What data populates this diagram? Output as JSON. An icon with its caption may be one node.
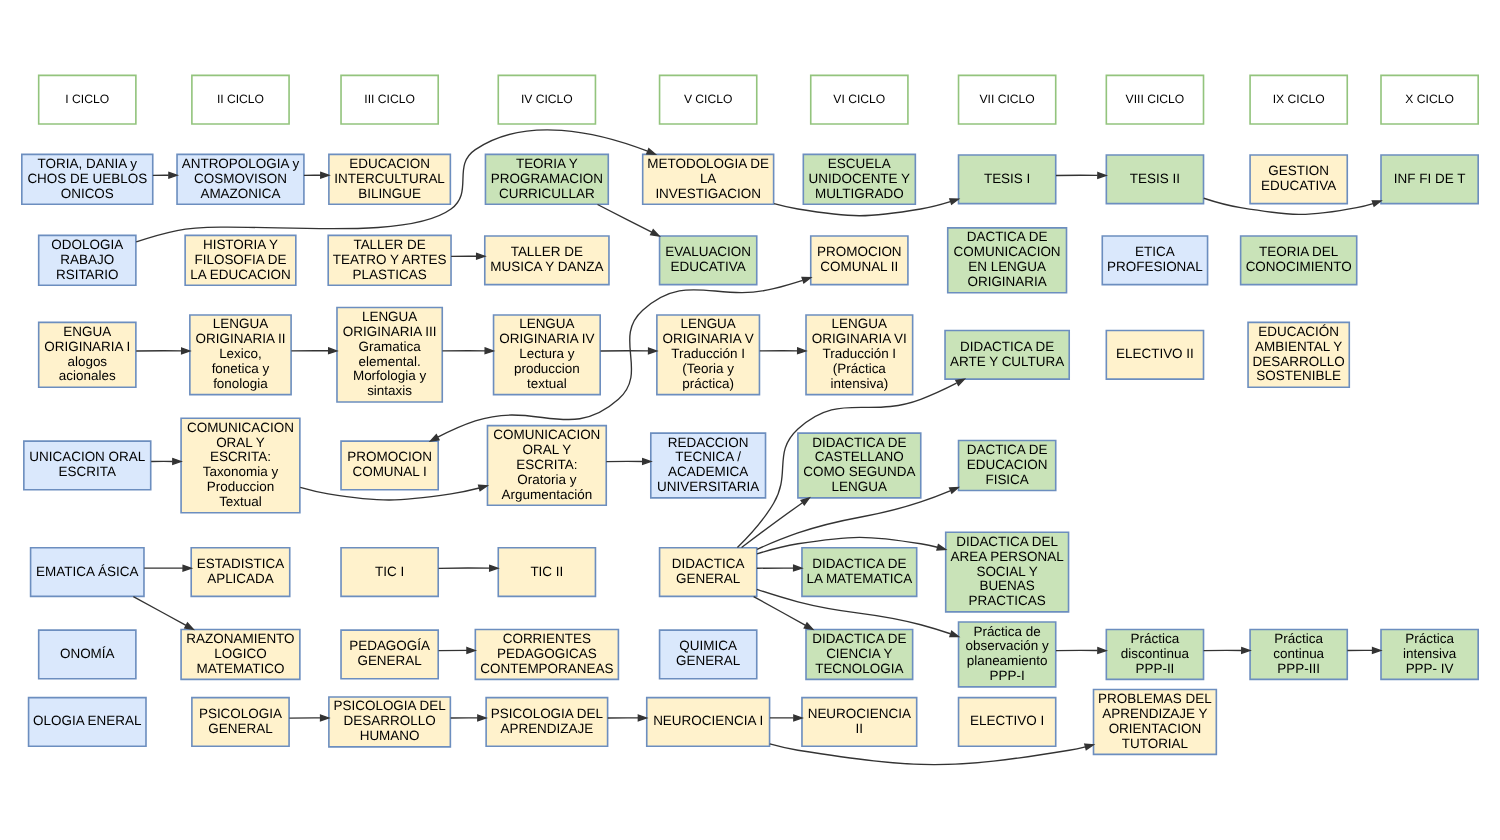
{
  "diagram": {
    "nodes": [
      {
        "text": [
          "I CICLO"
        ]
      },
      {
        "text": [
          "II CICLO"
        ]
      },
      {
        "text": [
          "III CICLO"
        ]
      },
      {
        "text": [
          "IV CICLO"
        ]
      },
      {
        "text": [
          "V CICLO"
        ]
      },
      {
        "text": [
          "VI CICLO"
        ]
      },
      {
        "text": [
          "VII CICLO"
        ]
      },
      {
        "text": [
          "VIII CICLO"
        ]
      },
      {
        "text": [
          "IX CICLO"
        ]
      },
      {
        "text": [
          "X CICLO"
        ]
      },
      {
        "text": [
          "TORIA, DANIA y CHOS DE UEBLOS ONICOS"
        ]
      },
      {
        "text": [
          "ANTROPOLOGIA y COSMOVISON AMAZONICA"
        ]
      },
      {
        "text": [
          "EDUCACION INTERCULTURAL BILINGUE"
        ]
      },
      {
        "text": [
          "TEORIA Y PROGRAMACION CURRICULLAR"
        ]
      },
      {
        "text": [
          "METODOLOGIA DE LA INVESTIGACION"
        ]
      },
      {
        "text": [
          "ESCUELA UNIDOCENTE Y MULTIGRADO"
        ]
      },
      {
        "text": [
          "TESIS I"
        ]
      },
      {
        "text": [
          "TESIS II"
        ]
      },
      {
        "text": [
          "GESTION EDUCATIVA"
        ]
      },
      {
        "text": [
          "INF FI DE T"
        ]
      },
      {
        "text": [
          "ODOLOGIA RABAJO RSITARIO"
        ]
      },
      {
        "text": [
          "HISTORIA Y FILOSOFIA DE LA EDUCACION"
        ]
      },
      {
        "text": [
          "TALLER DE TEATRO Y ARTES PLASTICAS"
        ]
      },
      {
        "text": [
          "TALLER DE MUSICA Y DANZA"
        ]
      },
      {
        "text": [
          "EVALUACION EDUCATIVA"
        ]
      },
      {
        "text": [
          "PROMOCION COMUNAL II"
        ]
      },
      {
        "text": [
          "DACTICA DE COMUNICACION EN LENGUA ORIGINARIA"
        ]
      },
      {
        "text": [
          "ETICA PROFESIONAL"
        ]
      },
      {
        "text": [
          "TEORIA DEL CONOCIMIENTO"
        ]
      },
      {
        "text": [
          "ENGUA ORIGINARIA I",
          "alogos acionales"
        ]
      },
      {
        "text": [
          "LENGUA ORIGINARIA II",
          "Lexico, fonetica y fonologia"
        ]
      },
      {
        "text": [
          "LENGUA ORIGINARIA III",
          "Gramatica elemental. Morfologia y sintaxis"
        ]
      },
      {
        "text": [
          "LENGUA ORIGINARIA IV",
          "Lectura y produccion textual"
        ]
      },
      {
        "text": [
          "LENGUA ORIGINARIA V",
          "Traducción I (Teoria y práctica)"
        ]
      },
      {
        "text": [
          "LENGUA ORIGINARIA VI",
          "Traducción I (Práctica intensiva)"
        ]
      },
      {
        "text": [
          "DIDACTICA DE ARTE Y CULTURA"
        ]
      },
      {
        "text": [
          "ELECTIVO II"
        ]
      },
      {
        "text": [
          "EDUCACIÓN AMBIENTAL Y DESARROLLO SOSTENIBLE"
        ]
      },
      {
        "text": [
          "UNICACION ORAL ESCRITA"
        ]
      },
      {
        "text": [
          "COMUNICACION ORAL Y ESCRITA:",
          "Taxonomia y Produccion Textual"
        ]
      },
      {
        "text": [
          "PROMOCION COMUNAL I"
        ]
      },
      {
        "text": [
          "COMUNICACION ORAL Y ESCRITA:",
          "Oratoria y Argumentación"
        ]
      },
      {
        "text": [
          "REDACCION TECNICA / ACADEMICA UNIVERSITARIA"
        ]
      },
      {
        "text": [
          "DIDACTICA DE CASTELLANO COMO SEGUNDA LENGUA"
        ]
      },
      {
        "text": [
          "DACTICA DE EDUCACION FISICA"
        ]
      },
      {
        "text": [
          "EMATICA ÁSICA"
        ]
      },
      {
        "text": [
          "ESTADISTICA APLICADA"
        ]
      },
      {
        "text": [
          "TIC I"
        ]
      },
      {
        "text": [
          "TIC II"
        ]
      },
      {
        "text": [
          "DIDACTICA GENERAL"
        ]
      },
      {
        "text": [
          "DIDACTICA DE LA MATEMATICA"
        ]
      },
      {
        "text": [
          "DIDACTICA DEL AREA PERSONAL SOCIAL Y BUENAS PRACTICAS"
        ]
      },
      {
        "text": [
          "ONOMÍA"
        ]
      },
      {
        "text": [
          "RAZONAMIENTO LOGICO MATEMATICO"
        ]
      },
      {
        "text": [
          "PEDAGOGÍA GENERAL"
        ]
      },
      {
        "text": [
          "CORRIENTES PEDAGOGICAS CONTEMPORANEAS"
        ]
      },
      {
        "text": [
          "QUIMICA GENERAL"
        ]
      },
      {
        "text": [
          "DIDACTICA DE CIENCIA Y TECNOLOGIA"
        ]
      },
      {
        "text": [
          "Práctica de observación y planeamiento",
          "PPP-I"
        ]
      },
      {
        "text": [
          "Práctica discontinua",
          "PPP-II"
        ]
      },
      {
        "text": [
          "Práctica continua",
          "PPP-III"
        ]
      },
      {
        "text": [
          "Práctica intensiva",
          "PPP- IV"
        ]
      },
      {
        "text": [
          "OLOGIA ENERAL"
        ]
      },
      {
        "text": [
          "PSICOLOGIA GENERAL"
        ]
      },
      {
        "text": [
          "PSICOLOGIA DEL DESARROLLO HUMANO"
        ]
      },
      {
        "text": [
          "PSICOLOGIA DEL APRENDIZAJE"
        ]
      },
      {
        "text": [
          "NEUROCIENCIA I"
        ]
      },
      {
        "text": [
          "NEUROCIENCIA II"
        ]
      },
      {
        "text": [
          "ELECTIVO I"
        ]
      },
      {
        "text": [
          "PROBLEMAS DEL APRENDIZAJE Y ORIENTACION TUTORIAL"
        ]
      }
    ],
    "edges": [
      {
        "from": 10,
        "to": 11,
        "arrow": "to"
      },
      {
        "from": 11,
        "to": 12,
        "arrow": "to"
      },
      {
        "from": 20,
        "to": 14,
        "arrow": "to"
      },
      {
        "from": 13,
        "to": 24,
        "arrow": "to"
      },
      {
        "from": 14,
        "to": 16,
        "arrow": "to"
      },
      {
        "from": 16,
        "to": 17,
        "arrow": "to"
      },
      {
        "from": 17,
        "to": 19,
        "arrow": "to"
      },
      {
        "from": 22,
        "to": 23,
        "arrow": "to"
      },
      {
        "from": 29,
        "to": 30,
        "arrow": "to"
      },
      {
        "from": 30,
        "to": 31,
        "arrow": "to"
      },
      {
        "from": 31,
        "to": 32,
        "arrow": "to"
      },
      {
        "from": 32,
        "to": 33,
        "arrow": "to"
      },
      {
        "from": 33,
        "to": 34,
        "arrow": "to"
      },
      {
        "from": 40,
        "to": 25,
        "arrow": "both"
      },
      {
        "from": 38,
        "to": 39,
        "arrow": "to"
      },
      {
        "from": 39,
        "to": 41,
        "arrow": "to"
      },
      {
        "from": 41,
        "to": 42,
        "arrow": "to"
      },
      {
        "from": 49,
        "to": 43,
        "arrow": "to"
      },
      {
        "from": 49,
        "to": 50,
        "arrow": "to"
      },
      {
        "from": 49,
        "to": 57,
        "arrow": "to"
      },
      {
        "from": 49,
        "to": 35,
        "arrow": "to"
      },
      {
        "from": 49,
        "to": 44,
        "arrow": "to"
      },
      {
        "from": 49,
        "to": 51,
        "arrow": "to"
      },
      {
        "from": 49,
        "to": 58,
        "arrow": "to"
      },
      {
        "from": 45,
        "to": 46,
        "arrow": "to"
      },
      {
        "from": 45,
        "to": 53,
        "arrow": "to"
      },
      {
        "from": 47,
        "to": 48,
        "arrow": "to"
      },
      {
        "from": 54,
        "to": 55,
        "arrow": "to"
      },
      {
        "from": 58,
        "to": 59,
        "arrow": "to"
      },
      {
        "from": 59,
        "to": 60,
        "arrow": "to"
      },
      {
        "from": 60,
        "to": 61,
        "arrow": "to"
      },
      {
        "from": 63,
        "to": 64,
        "arrow": "to"
      },
      {
        "from": 64,
        "to": 65,
        "arrow": "to"
      },
      {
        "from": 65,
        "to": 66,
        "arrow": "to"
      },
      {
        "from": 66,
        "to": 67,
        "arrow": "to"
      },
      {
        "from": 66,
        "to": 69,
        "arrow": "to"
      }
    ]
  }
}
